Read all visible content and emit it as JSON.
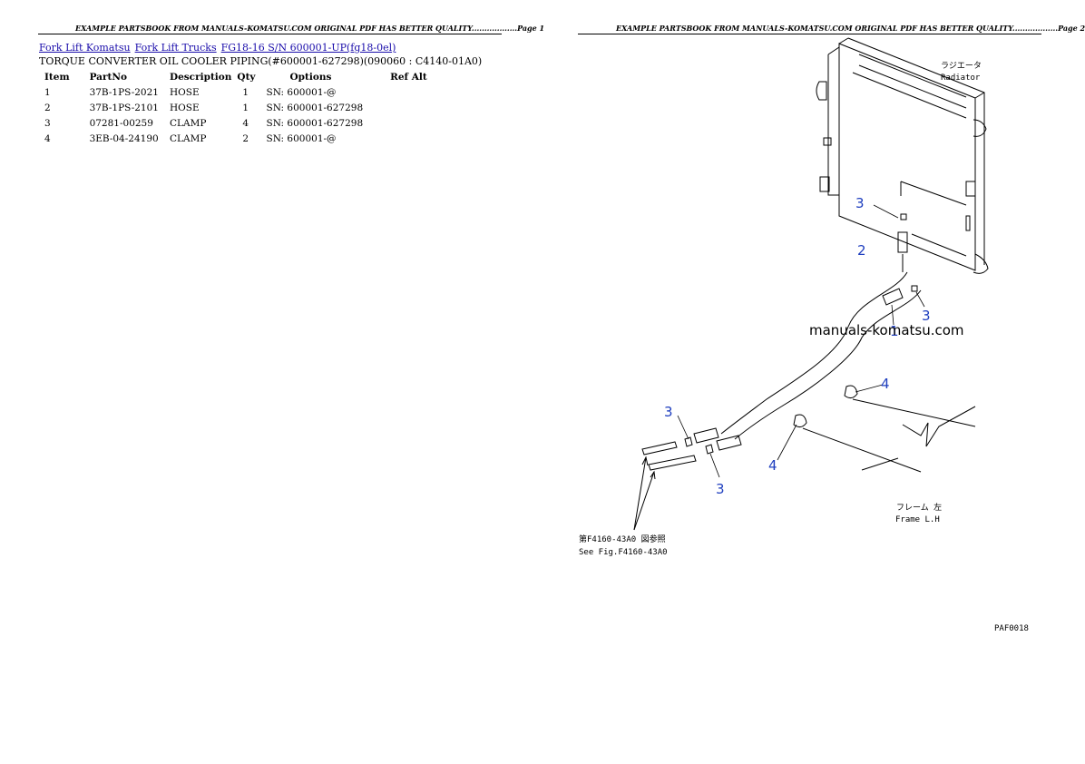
{
  "page1": {
    "header": "EXAMPLE PARTSBOOK FROM MANUALS-KOMATSU.COM ORIGINAL PDF HAS BETTER QUALITY..................Page 1",
    "breadcrumbs": [
      "Fork Lift Komatsu",
      "Fork Lift Trucks",
      "FG18-16 S/N 600001-UP(fg18-0el)"
    ],
    "title": "TORQUE CONVERTER OIL COOLER PIPING(#600001-627298)(090060 : C4140-01A0)",
    "columns": [
      "Item",
      "PartNo",
      "Description",
      "Qty",
      "Options",
      "Ref Alt"
    ],
    "rows": [
      {
        "item": "1",
        "partno": "37B-1PS-2021",
        "description": "HOSE",
        "qty": "1",
        "options": "SN: 600001-@",
        "refalt": ""
      },
      {
        "item": "2",
        "partno": "37B-1PS-2101",
        "description": "HOSE",
        "qty": "1",
        "options": "SN: 600001-627298",
        "refalt": ""
      },
      {
        "item": "3",
        "partno": "07281-00259",
        "description": "CLAMP",
        "qty": "4",
        "options": "SN: 600001-627298",
        "refalt": ""
      },
      {
        "item": "4",
        "partno": "3EB-04-24190",
        "description": "CLAMP",
        "qty": "2",
        "options": "SN: 600001-@",
        "refalt": ""
      }
    ]
  },
  "page2": {
    "header": "EXAMPLE PARTSBOOK FROM MANUALS-KOMATSU.COM ORIGINAL PDF HAS BETTER QUALITY..................Page 2",
    "diagram": {
      "radiator_jp": "ラジエータ",
      "radiator_en": "Radiator",
      "watermark": "manuals-komatsu.com",
      "frame_jp": "フレーム 左",
      "frame_en": "Frame L.H",
      "see_fig_jp": "第F4160-43A0 図参照",
      "see_fig_en": "See Fig.F4160-43A0",
      "figure_code": "PAF0018",
      "callouts": [
        "3",
        "2",
        "3",
        "1",
        "4",
        "3",
        "4",
        "3"
      ]
    }
  }
}
